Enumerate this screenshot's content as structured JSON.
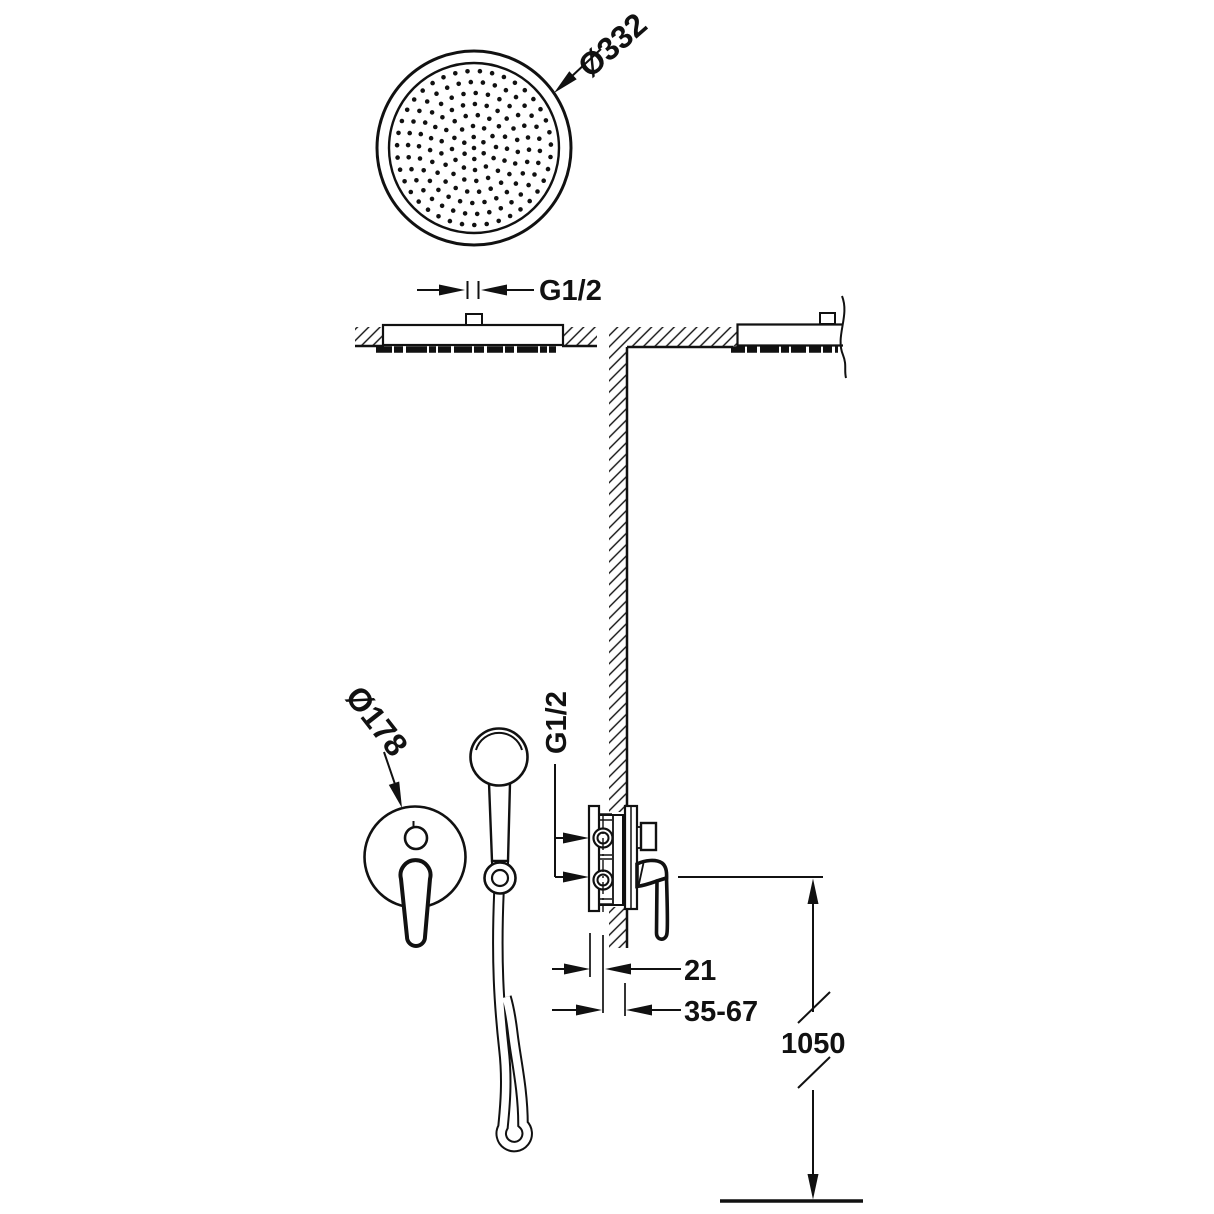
{
  "drawing": {
    "head_diameter_label": "Ø332",
    "ceiling_connection_label": "G1/2",
    "valve_connection_label": "G1/2",
    "trim_plate_diameter_label": "Ø178",
    "valve_offset_label": "21",
    "valve_depth_range_label": "35-67",
    "valve_height_label": "1050"
  },
  "colors": {
    "ink": "#111111",
    "paper": "#ffffff"
  }
}
